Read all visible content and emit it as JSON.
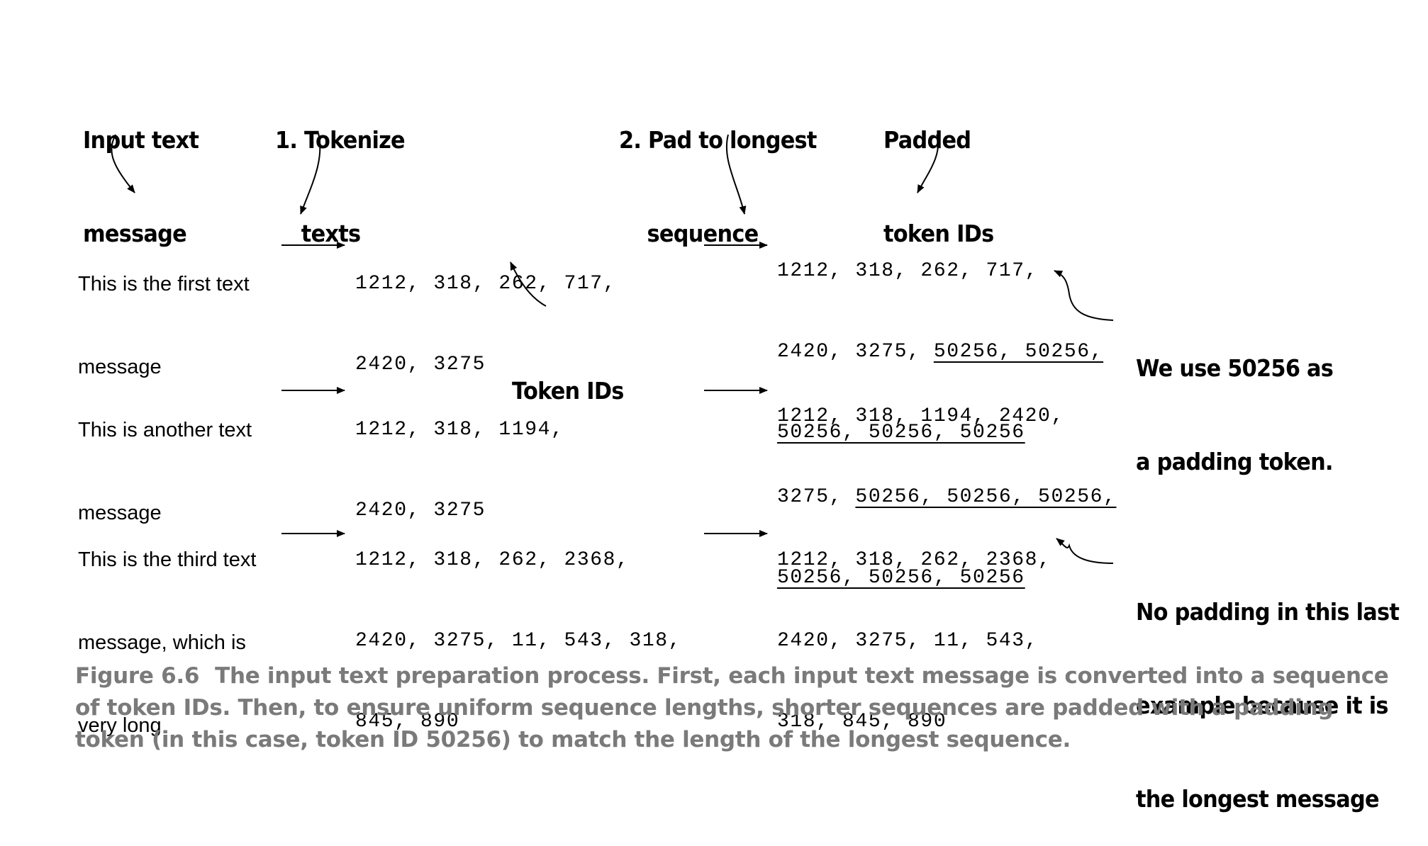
{
  "labels": {
    "input_text": [
      "Input text",
      "message"
    ],
    "tokenize": [
      "1. Tokenize",
      "texts"
    ],
    "pad": [
      "2. Pad to longest",
      "sequence"
    ],
    "padded_ids": [
      "Padded",
      "token IDs"
    ],
    "token_ids": "Token IDs",
    "padding_note": [
      "We use 50256 as",
      "a padding token."
    ],
    "no_padding_note": [
      "No padding in this last",
      "example because it is",
      "the longest message"
    ]
  },
  "rows": [
    {
      "message": [
        "This is the first text",
        "message"
      ],
      "token_ids": [
        "1212, 318, 262, 717,",
        "2420, 3275"
      ],
      "padded": [
        {
          "plain": "1212, 318, 262, 717,",
          "pad": ""
        },
        {
          "plain": "2420, 3275, ",
          "pad": "50256, 50256,"
        },
        {
          "plain": "",
          "pad": "50256, 50256, 50256"
        }
      ]
    },
    {
      "message": [
        "This is another text",
        "message"
      ],
      "token_ids": [
        "1212, 318, 1194,",
        "2420, 3275"
      ],
      "padded": [
        {
          "plain": "1212, 318, 1194, 2420,",
          "pad": ""
        },
        {
          "plain": "3275, ",
          "pad": "50256, 50256, 50256,"
        },
        {
          "plain": "",
          "pad": "50256, 50256, 50256"
        }
      ]
    },
    {
      "message": [
        "This is the third text",
        "message, which is",
        "very long"
      ],
      "token_ids": [
        "1212, 318, 262, 2368,",
        "2420, 3275, 11, 543, 318,",
        "845, 890"
      ],
      "padded": [
        {
          "plain": "1212, 318, 262, 2368,",
          "pad": ""
        },
        {
          "plain": "2420, 3275, 11, 543,",
          "pad": ""
        },
        {
          "plain": "318, 845, 890",
          "pad": ""
        }
      ]
    }
  ],
  "caption": {
    "figure": "Figure 6.6",
    "text": "The input text preparation process. First, each input text message is converted into a sequence of token IDs. Then, to ensure uniform sequence lengths, shorter sequences are padded with a padding token (in this case, token ID 50256) to match the length of the longest sequence."
  }
}
